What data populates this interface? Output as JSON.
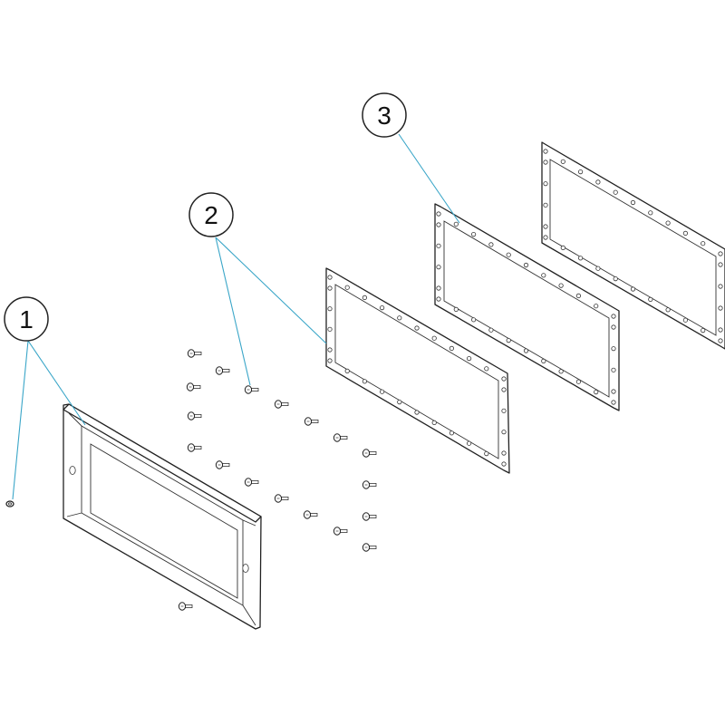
{
  "callouts": [
    {
      "id": "1",
      "label": "1"
    },
    {
      "id": "2",
      "label": "2"
    },
    {
      "id": "3",
      "label": "3"
    }
  ],
  "colors": {
    "leader": "#3aa6c8",
    "outline": "#222222",
    "background": "#ffffff"
  }
}
